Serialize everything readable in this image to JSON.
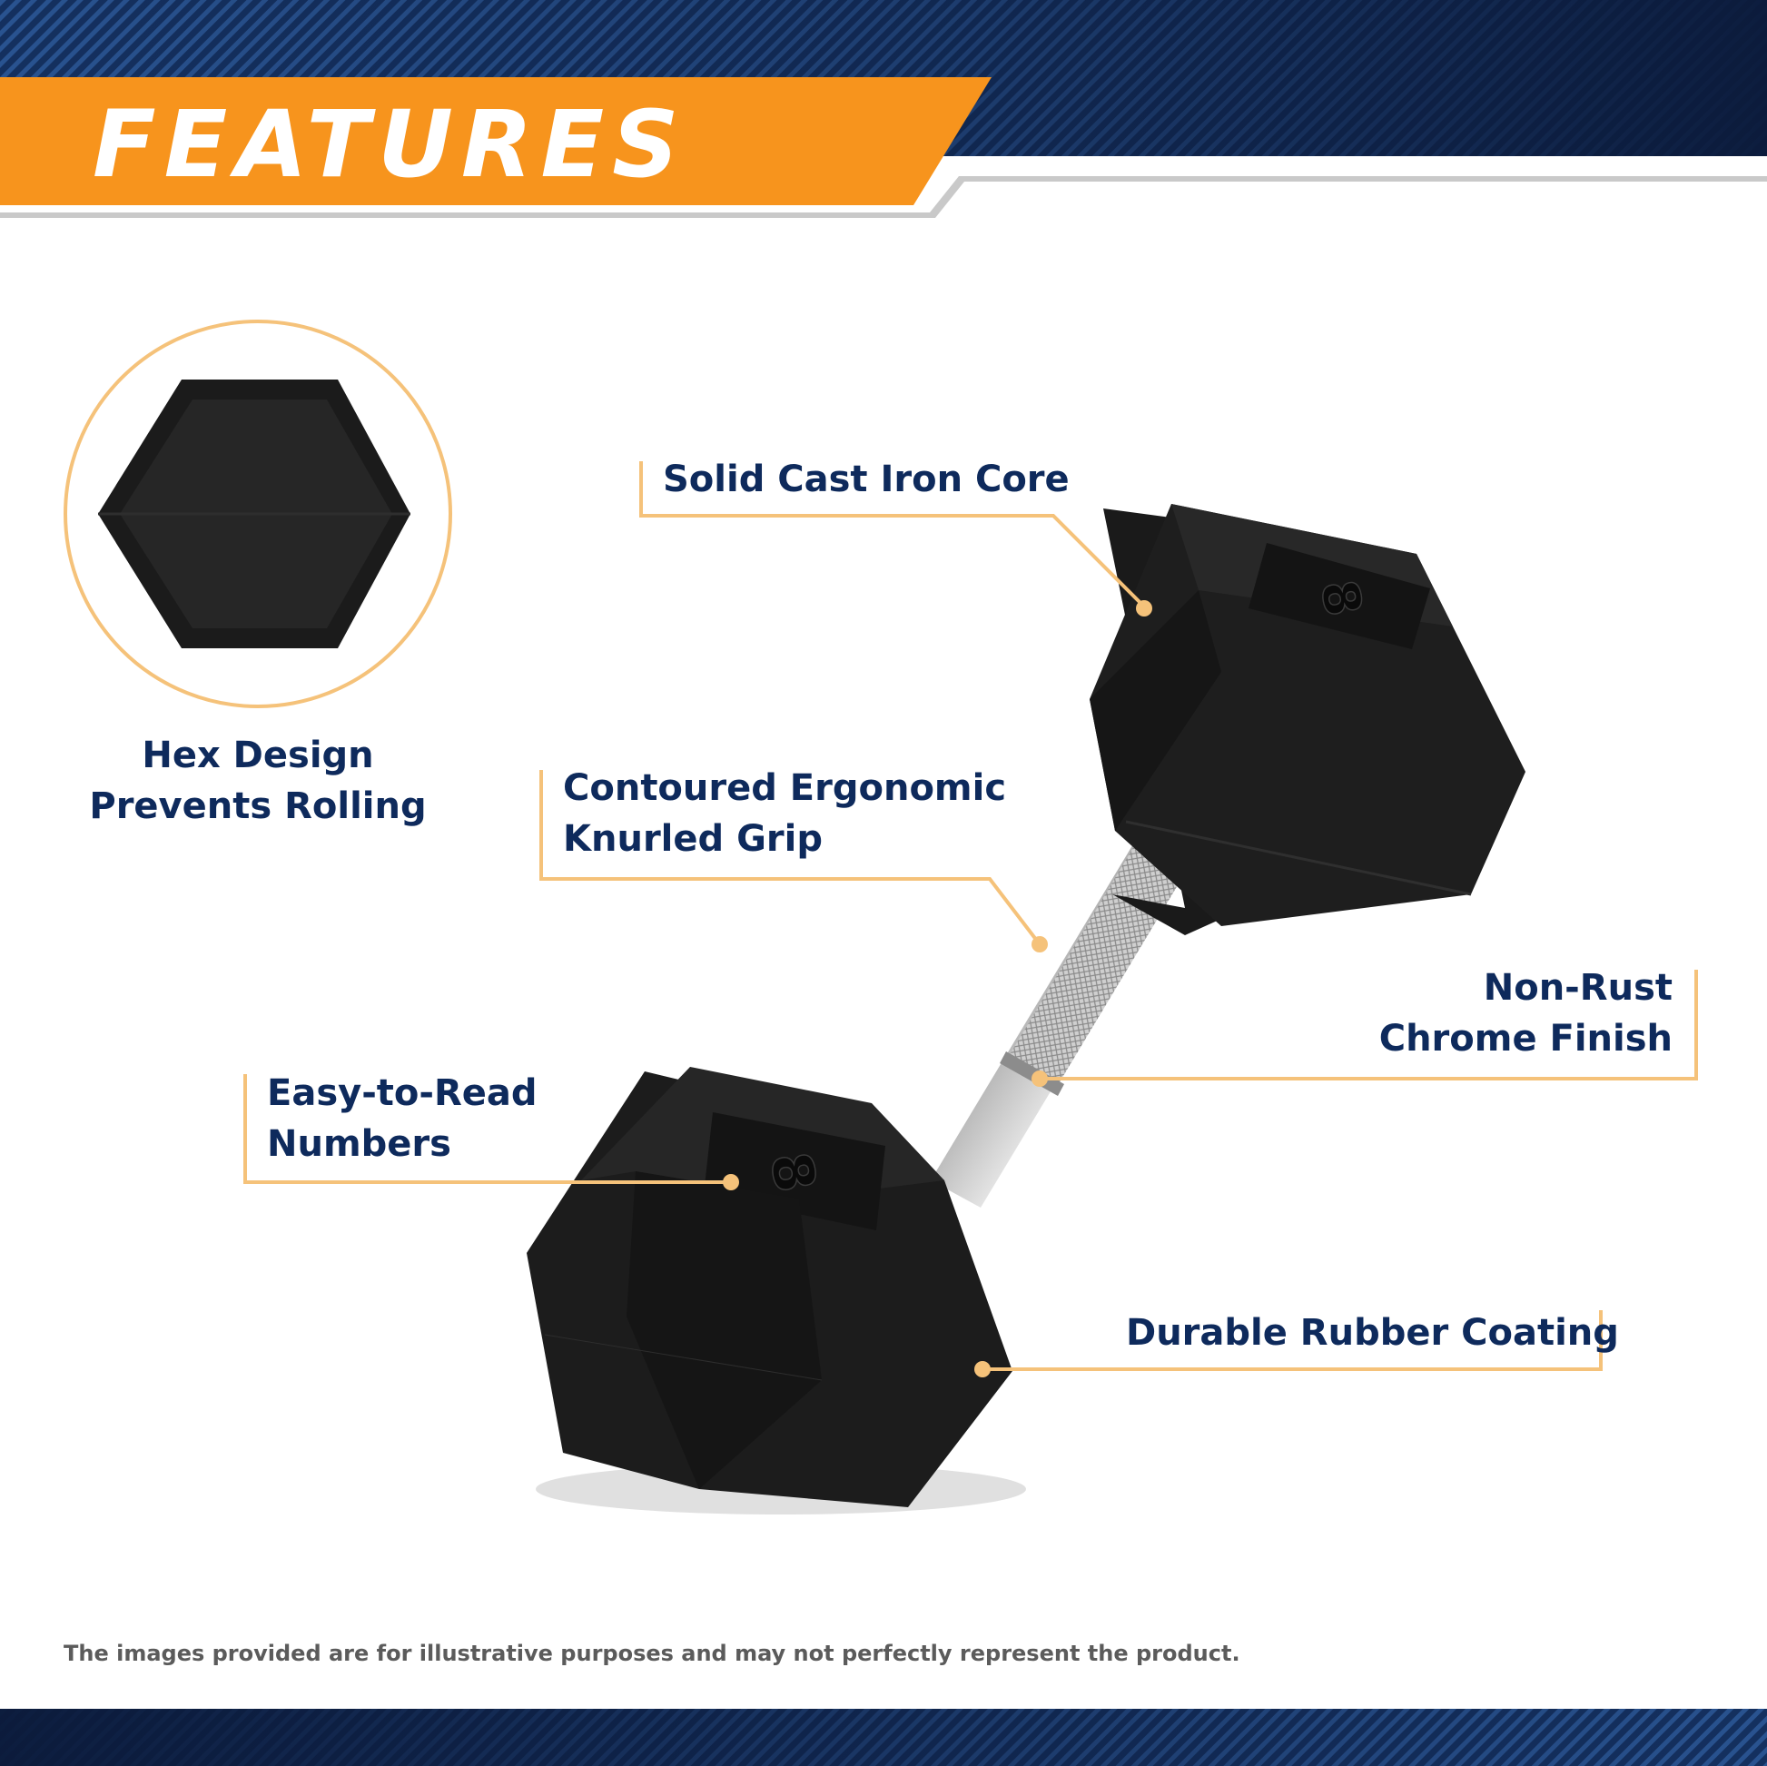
{
  "header": {
    "title": "FEATURES"
  },
  "colors": {
    "navy": "#0b1a3a",
    "accent": "#f7941d",
    "line": "#f5c27a",
    "text": "#0e2a5c"
  },
  "callouts": {
    "hex": {
      "line1": "Hex Design",
      "line2": "Prevents Rolling"
    },
    "core": {
      "line1": "Solid Cast Iron Core"
    },
    "grip": {
      "line1": "Contoured Ergonomic",
      "line2": "Knurled Grip"
    },
    "chrome": {
      "line1": "Non-Rust",
      "line2": "Chrome Finish"
    },
    "numbers": {
      "line1": "Easy-to-Read",
      "line2": "Numbers"
    },
    "rubber": {
      "line1": "Durable Rubber Coating"
    }
  },
  "product": {
    "weight_marking": "8"
  },
  "footer": {
    "disclaimer": "The images provided are for illustrative purposes and may not perfectly represent the product."
  }
}
